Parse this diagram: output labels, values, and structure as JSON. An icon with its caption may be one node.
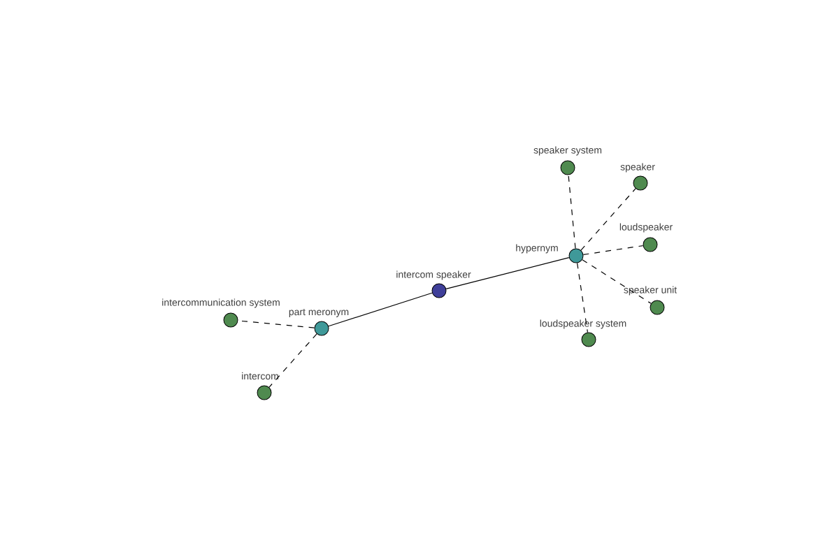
{
  "diagram": {
    "nodes": [
      {
        "text": [
          "intercom speaker"
        ]
      },
      {
        "text": [
          "hypernym"
        ]
      },
      {
        "text": [
          "part meronym"
        ]
      },
      {
        "text": [
          "speaker system"
        ]
      },
      {
        "text": [
          "speaker"
        ]
      },
      {
        "text": [
          "loudspeaker"
        ]
      },
      {
        "text": [
          "speaker unit"
        ]
      },
      {
        "text": [
          "loudspeaker system"
        ]
      },
      {
        "text": [
          "intercommunication system"
        ]
      },
      {
        "text": [
          "intercom"
        ]
      }
    ],
    "edges": [
      {
        "from": 0,
        "to": 1,
        "arrow": "none"
      },
      {
        "from": 0,
        "to": 2,
        "arrow": "none"
      },
      {
        "from": 1,
        "to": 3,
        "arrow": "none",
        "style": "dashed"
      },
      {
        "from": 1,
        "to": 4,
        "arrow": "none",
        "style": "dashed"
      },
      {
        "from": 1,
        "to": 5,
        "arrow": "none",
        "style": "dashed"
      },
      {
        "from": 1,
        "to": 6,
        "arrow": "none",
        "style": "dashed"
      },
      {
        "from": 1,
        "to": 7,
        "arrow": "none",
        "style": "dashed"
      },
      {
        "from": 2,
        "to": 8,
        "arrow": "none",
        "style": "dashed"
      },
      {
        "from": 2,
        "to": 9,
        "arrow": "none",
        "style": "dashed"
      }
    ]
  }
}
